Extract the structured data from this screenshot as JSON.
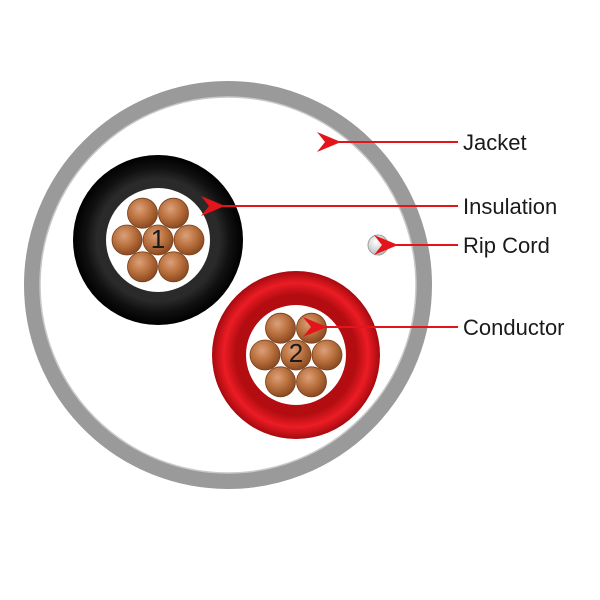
{
  "labels": {
    "jacket": "Jacket",
    "insulation": "Insulation",
    "rip_cord": "Rip Cord",
    "conductor": "Conductor"
  },
  "conductors": [
    {
      "number": "1",
      "insulation_color": "#111111"
    },
    {
      "number": "2",
      "insulation_color": "#e0141c"
    }
  ],
  "colors": {
    "jacket": "#9a9a9a",
    "arrow": "#e3151a",
    "strand": "#b9703d",
    "rip_cord": "#d9d9d9"
  }
}
